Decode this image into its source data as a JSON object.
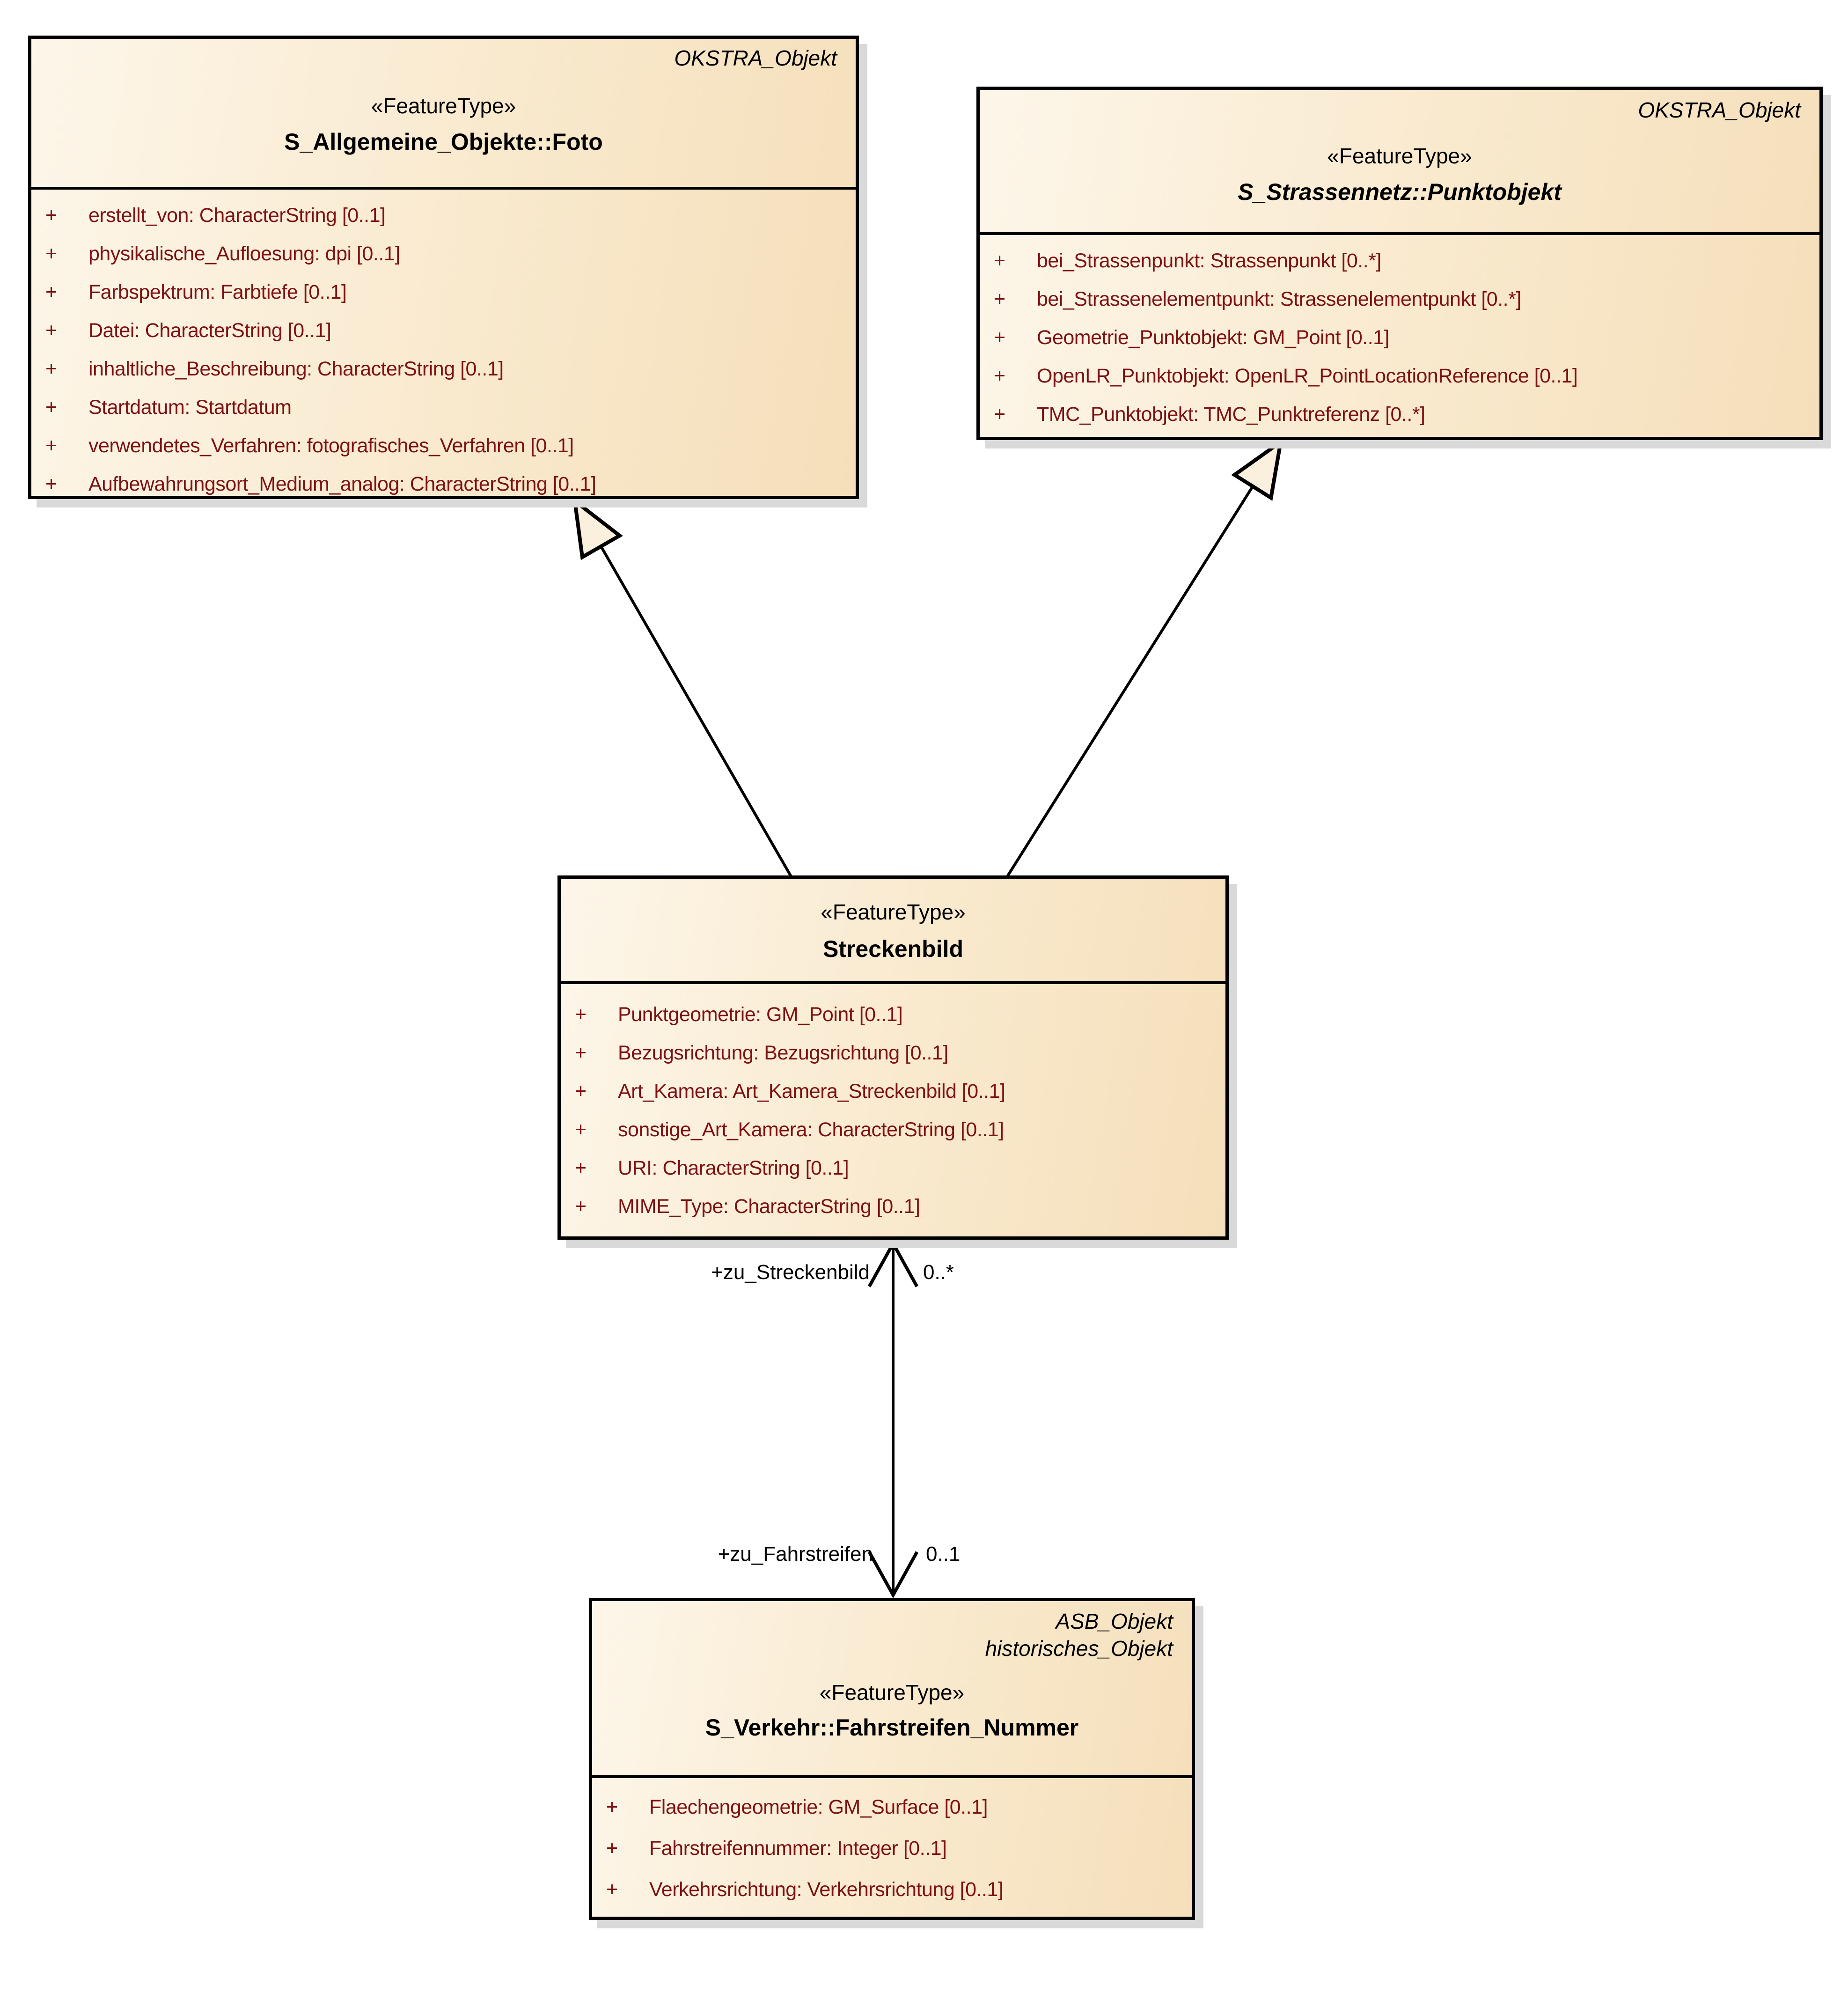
{
  "diagram": {
    "colors": {
      "background": "#ffffff",
      "box_fill_light": "#fdf6e9",
      "box_fill_dark": "#f5dfba",
      "box_border": "#000000",
      "attribute_text": "#7d1113",
      "shadow": "#d9d9d9",
      "generalization_arrow_fill": "#faf0dd"
    },
    "classes": [
      {
        "id": "foto",
        "tags": [
          "OKSTRA_Objekt"
        ],
        "stereotype": "«FeatureType»",
        "name": "S_Allgemeine_Objekte::Foto",
        "attributes": [
          {
            "vis": "+",
            "text": "erstellt_von: CharacterString [0..1]"
          },
          {
            "vis": "+",
            "text": "physikalische_Aufloesung: dpi [0..1]"
          },
          {
            "vis": "+",
            "text": "Farbspektrum: Farbtiefe [0..1]"
          },
          {
            "vis": "+",
            "text": "Datei: CharacterString [0..1]"
          },
          {
            "vis": "+",
            "text": "inhaltliche_Beschreibung: CharacterString [0..1]"
          },
          {
            "vis": "+",
            "text": "Startdatum: Startdatum"
          },
          {
            "vis": "+",
            "text": "verwendetes_Verfahren: fotografisches_Verfahren [0..1]"
          },
          {
            "vis": "+",
            "text": "Aufbewahrungsort_Medium_analog: CharacterString [0..1]"
          }
        ]
      },
      {
        "id": "punktobjekt",
        "tags": [
          "OKSTRA_Objekt"
        ],
        "stereotype": "«FeatureType»",
        "name": "S_Strassennetz::Punktobjekt",
        "attributes": [
          {
            "vis": "+",
            "text": "bei_Strassenpunkt: Strassenpunkt [0..*]"
          },
          {
            "vis": "+",
            "text": "bei_Strassenelementpunkt: Strassenelementpunkt [0..*]"
          },
          {
            "vis": "+",
            "text": "Geometrie_Punktobjekt: GM_Point [0..1]"
          },
          {
            "vis": "+",
            "text": "OpenLR_Punktobjekt: OpenLR_PointLocationReference [0..1]"
          },
          {
            "vis": "+",
            "text": "TMC_Punktobjekt: TMC_Punktreferenz [0..*]"
          }
        ]
      },
      {
        "id": "streckenbild",
        "tags": [],
        "stereotype": "«FeatureType»",
        "name": "Streckenbild",
        "attributes": [
          {
            "vis": "+",
            "text": "Punktgeometrie: GM_Point [0..1]"
          },
          {
            "vis": "+",
            "text": "Bezugsrichtung: Bezugsrichtung [0..1]"
          },
          {
            "vis": "+",
            "text": "Art_Kamera: Art_Kamera_Streckenbild [0..1]"
          },
          {
            "vis": "+",
            "text": "sonstige_Art_Kamera: CharacterString [0..1]"
          },
          {
            "vis": "+",
            "text": "URI: CharacterString [0..1]"
          },
          {
            "vis": "+",
            "text": "MIME_Type: CharacterString [0..1]"
          }
        ]
      },
      {
        "id": "fahrstreifen_nummer",
        "tags": [
          "ASB_Objekt",
          "historisches_Objekt"
        ],
        "stereotype": "«FeatureType»",
        "name": "S_Verkehr::Fahrstreifen_Nummer",
        "attributes": [
          {
            "vis": "+",
            "text": "Flaechengeometrie: GM_Surface [0..1]"
          },
          {
            "vis": "+",
            "text": "Fahrstreifennummer: Integer [0..1]"
          },
          {
            "vis": "+",
            "text": "Verkehrsrichtung: Verkehrsrichtung [0..1]"
          }
        ]
      }
    ],
    "association": {
      "role_source": "+zu_Streckenbild",
      "mult_source": "0..*",
      "role_target": "+zu_Fahrstreifen",
      "mult_target": "0..1"
    }
  }
}
